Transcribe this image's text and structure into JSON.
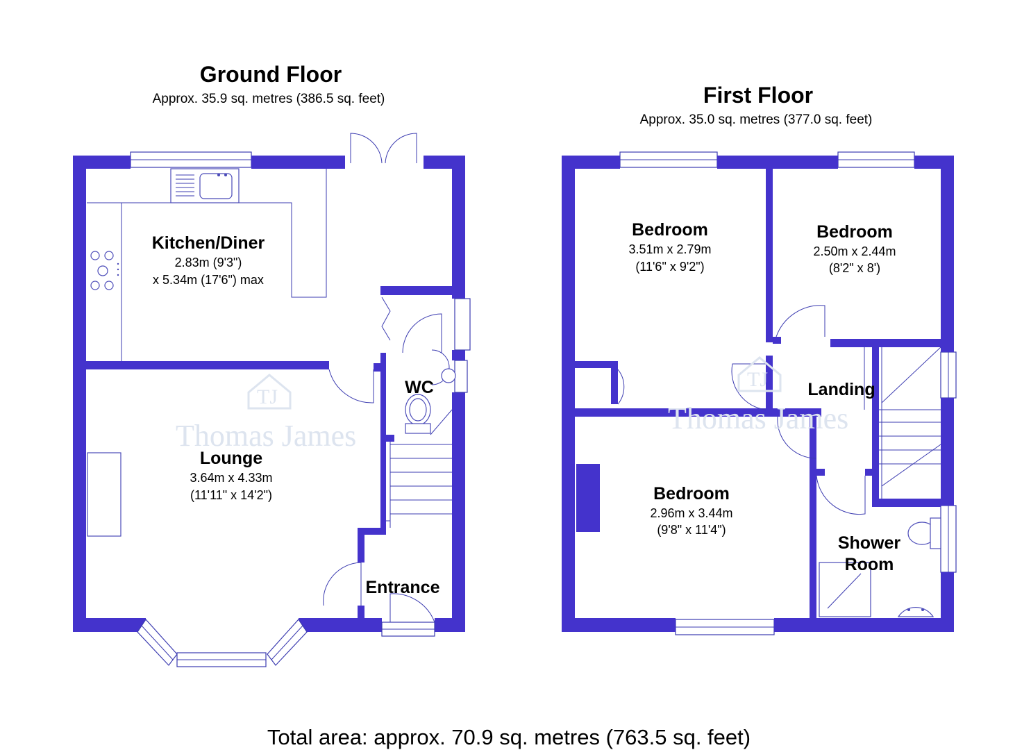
{
  "ground_floor": {
    "title": "Ground Floor",
    "area": "Approx.  35.9 sq. metres (386.5 sq. feet)",
    "rooms": {
      "kitchen": {
        "name": "Kitchen/Diner",
        "dim1": "2.83m (9'3\")",
        "dim2": "x 5.34m (17'6\") max"
      },
      "lounge": {
        "name": "Lounge",
        "dim1": "3.64m x 4.33m",
        "dim2": "(11'11\" x 14'2\")"
      },
      "wc": {
        "name": "WC"
      },
      "entrance": {
        "name": "Entrance"
      }
    }
  },
  "first_floor": {
    "title": "First Floor",
    "area": "Approx.  35.0 sq. metres (377.0 sq. feet)",
    "rooms": {
      "bedroom1": {
        "name": "Bedroom",
        "dim1": "3.51m x 2.79m",
        "dim2": "(11'6\" x 9'2\")"
      },
      "bedroom2": {
        "name": "Bedroom",
        "dim1": "2.50m x 2.44m",
        "dim2": "(8'2\" x 8')"
      },
      "bedroom3": {
        "name": "Bedroom",
        "dim1": "2.96m x 3.44m",
        "dim2": "(9'8\" x 11'4\")"
      },
      "landing": {
        "name": "Landing"
      },
      "shower": {
        "name1": "Shower",
        "name2": "Room"
      }
    }
  },
  "watermark": {
    "brand": "Thomas James",
    "logo": "TJ"
  },
  "total": "Total area: approx.  70.9 sq. metres (763.5 sq. feet)",
  "colors": {
    "wall": "#4433cc",
    "line": "#3b3bb0",
    "watermark": "#dde4ef"
  }
}
